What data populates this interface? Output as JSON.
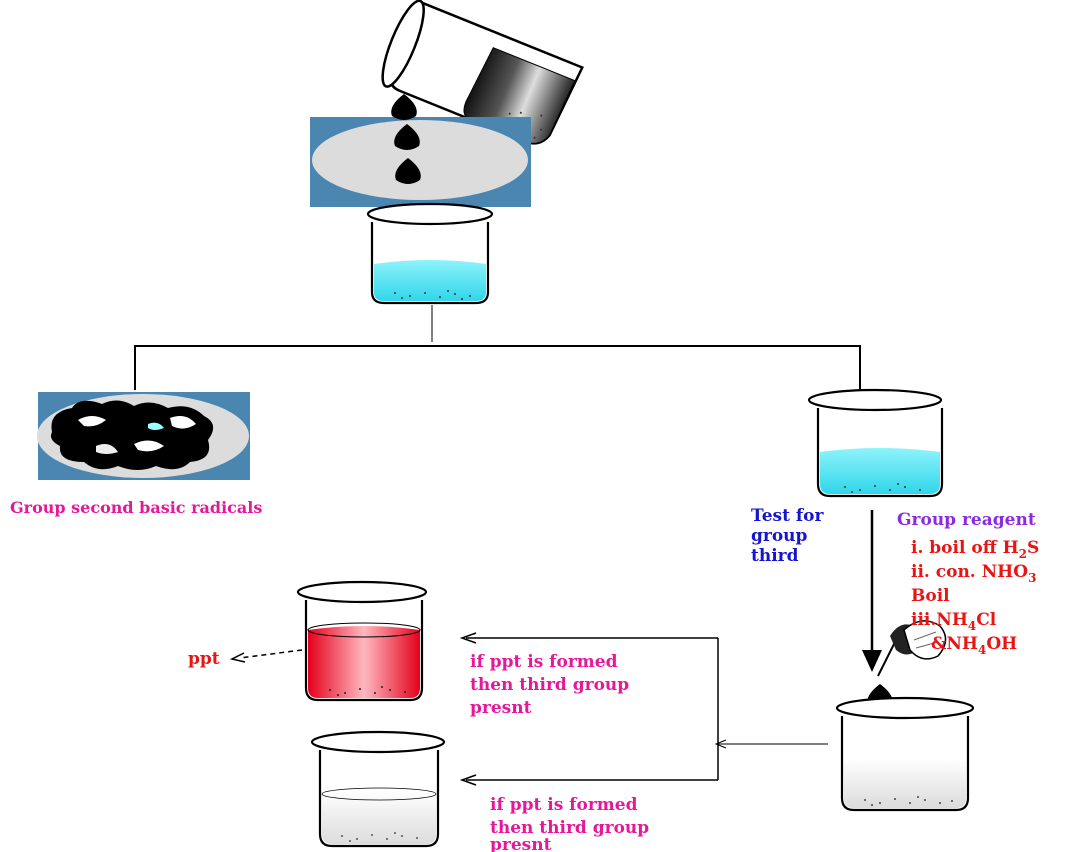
{
  "labels": {
    "group_second": "Group second basic radicals",
    "test_for_lines": [
      "Test for",
      "group",
      "third"
    ],
    "group_reagent": "Group reagent",
    "step1_prefix": "i. boil off H",
    "step1_sub": "2",
    "step1_suffix": "S",
    "step2_prefix": "ii. con. NHO",
    "step2_sub": "3",
    "step3": "Boil",
    "step4_prefix": "iii.NH",
    "step4_sub": "4",
    "step4_suffix": "Cl",
    "step5_prefix": "&NH",
    "step5_sub": "4",
    "step5_suffix": "OH",
    "ppt": "ppt",
    "result_top_lines": [
      "if ppt is formed",
      "then third group",
      "presnt"
    ],
    "result_bottom_lines": [
      "if ppt is formed",
      "then third group",
      "presnt"
    ]
  },
  "colors": {
    "magenta": "#e6179a",
    "blue": "#1515d1",
    "purple": "#8a2be2",
    "red": "#e81515",
    "cyan": "#3fe0f0",
    "filter_bg": "#4a86b0",
    "filter_paper": "#dcdcdc",
    "red_liquid": "#ef1e2e"
  },
  "icons": {
    "pouring_beaker": "pouring-beaker-icon",
    "filter_paper": "filter-paper-icon",
    "residue": "precipitate-residue-icon",
    "dropper": "dropper-in-hand-icon",
    "drop": "drop-icon"
  }
}
